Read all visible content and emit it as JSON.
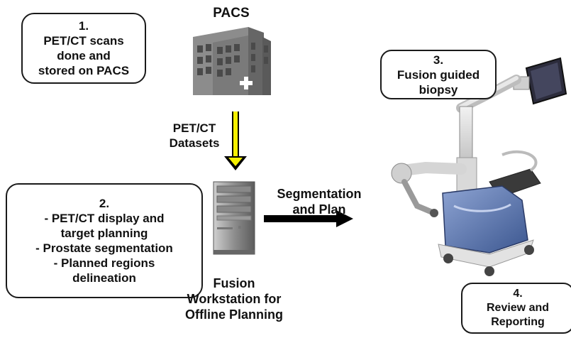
{
  "steps": [
    {
      "number": "1.",
      "lines": [
        "PET/CT scans",
        "done and",
        "stored on PACS"
      ]
    },
    {
      "number": "2.",
      "lines": [
        "-  PET/CT display and",
        "target planning",
        "- Prostate segmentation",
        "- Planned regions",
        "delineation"
      ]
    },
    {
      "number": "3.",
      "lines": [
        "Fusion guided",
        "biopsy"
      ]
    },
    {
      "number": "4.",
      "lines": [
        "Review and",
        "Reporting"
      ]
    }
  ],
  "labels": {
    "pacs": "PACS",
    "datasets": [
      "PET/CT",
      "Datasets"
    ],
    "segmentation": [
      "Segmentation",
      "and Plan"
    ],
    "workstation": [
      "Fusion",
      "Workstation for",
      "Offline Planning"
    ]
  },
  "colors": {
    "arrow_down_fill": "#f5f000",
    "arrow_black": "#000000",
    "building": "#7a7a7a",
    "robot_blue": "#5b76b0"
  },
  "icons": [
    "hospital-building-icon",
    "workstation-tower-icon",
    "biopsy-robot-cart-icon"
  ]
}
